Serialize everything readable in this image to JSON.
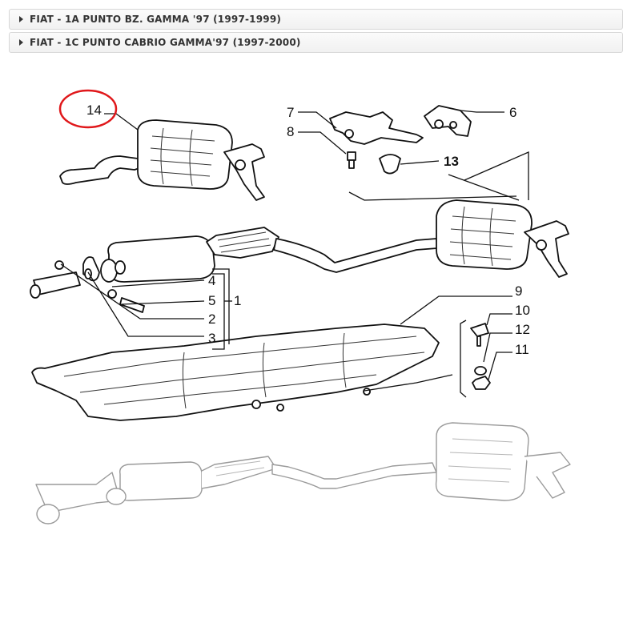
{
  "accordion": [
    {
      "label": "FIAT - 1A PUNTO BZ. GAMMA '97 (1997-1999)"
    },
    {
      "label": "FIAT - 1C PUNTO CABRIO GAMMA'97 (1997-2000)"
    }
  ],
  "diagram": {
    "highlight_color": "#e0181b",
    "callouts": {
      "c14": "14",
      "c7": "7",
      "c6": "6",
      "c8": "8",
      "c13": "13",
      "c4": "4",
      "c5": "5",
      "c1": "1",
      "c2": "2",
      "c3": "3",
      "c9": "9",
      "c10": "10",
      "c12": "12",
      "c11": "11"
    }
  }
}
